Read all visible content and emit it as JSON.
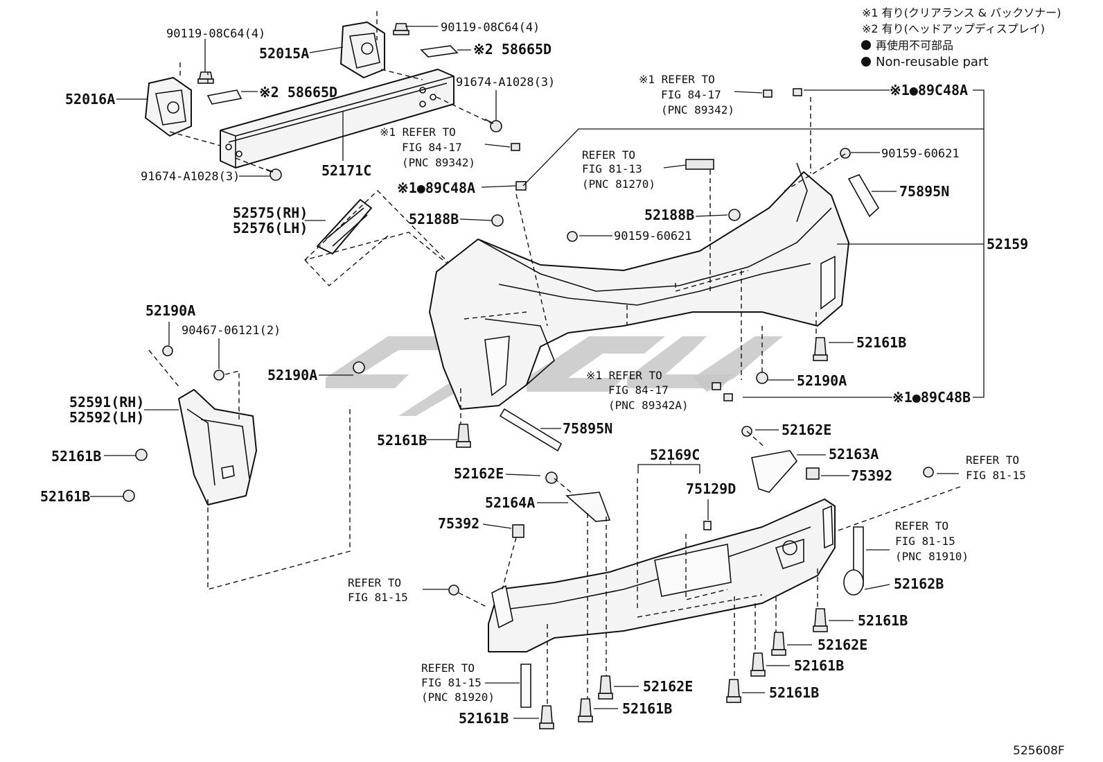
{
  "legend": {
    "note1": "※1 有り(クリアランス & バックソナー)",
    "note2": "※2 有り(ヘッドアップディスプレイ)",
    "nonreusable_jp": "再使用不可部品",
    "nonreusable_en": "Non-reusable part"
  },
  "figure_id": "525608F",
  "labels": {
    "p90119a": "90119-08C64(4)",
    "p90119b": "90119-08C64(4)",
    "p52015A": "52015A",
    "p52016A": "52016A",
    "p58665Da": "※2 58665D",
    "p58665Db": "※2 58665D",
    "p91674a": "91674-A1028(3)",
    "p91674b": "91674-A1028(3)",
    "p52171C": "52171C",
    "ref1_l1": "※1 REFER TO",
    "ref1_l2": "FIG 84-17",
    "ref1_l3": "(PNC 89342)",
    "p89C48A_l": "※1●89C48A",
    "ref2_l1": "※1 REFER TO",
    "ref2_l2": "FIG 84-17",
    "ref2_l3": "(PNC 89342)",
    "p89C48A_r": "※1●89C48A",
    "ref3_l1": "REFER TO",
    "ref3_l2": "FIG 81-13",
    "ref3_l3": "(PNC 81270)",
    "p90159a": "90159-60621",
    "p90159b": "90159-60621",
    "p75895Na": "75895N",
    "p75895Nb": "75895N",
    "p52188Ba": "52188B",
    "p52188Bb": "52188B",
    "p52575": "52575(RH)",
    "p52576": "52576(LH)",
    "p52159": "52159",
    "p52190Aa": "52190A",
    "p52190Ab": "52190A",
    "p52190Ac": "52190A",
    "p90467": "90467-06121(2)",
    "p52591": "52591(RH)",
    "p52592": "52592(LH)",
    "p52161Ba": "52161B",
    "p52161Bb": "52161B",
    "p52161Bc": "52161B",
    "p52161Bd": "52161B",
    "p52161Be": "52161B",
    "p52161Bf": "52161B",
    "p52161Bg": "52161B",
    "p52161Bh": "52161B",
    "p52161Bi": "52161B",
    "ref4_l1": "※1 REFER TO",
    "ref4_l2": "FIG 84-17",
    "ref4_l3": "(PNC 89342A)",
    "p89C48B": "※1●89C48B",
    "p52162Ea": "52162E",
    "p52162Eb": "52162E",
    "p52162Ec": "52162E",
    "p52162Ed": "52162E",
    "p52169C": "52169C",
    "p52163A": "52163A",
    "p75392a": "75392",
    "p75392b": "75392",
    "p52164A": "52164A",
    "p75129D": "75129D",
    "ref5_l1": "REFER TO",
    "ref5_l2": "FIG 81-15",
    "ref6_l1": "REFER TO",
    "ref6_l2": "FIG 81-15",
    "ref6_l3": "(PNC 81910)",
    "ref7_l1": "REFER TO",
    "ref7_l2": "FIG 81-15",
    "p52162B": "52162B",
    "ref8_l1": "REFER TO",
    "ref8_l2": "FIG 81-15",
    "ref8_l3": "(PNC 81920)"
  }
}
